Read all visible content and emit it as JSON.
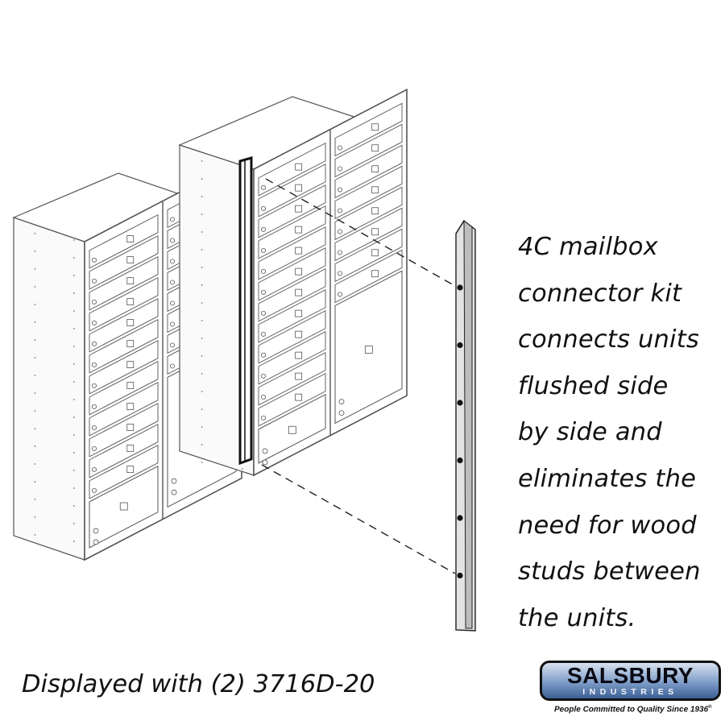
{
  "description": {
    "lines": [
      "4C mailbox",
      "connector kit",
      "connects units",
      "flushed side",
      "by side and",
      "eliminates the",
      "need for wood",
      "studs between",
      "the units."
    ]
  },
  "caption": "Displayed with (2) 3716D-20",
  "logo": {
    "name": "SALSBURY",
    "subtitle": "INDUSTRIES",
    "tagline": "People Committed to Quality Since 1936",
    "colors": {
      "badge_top": "#d8e2f0",
      "badge_bottom": "#3b5f95",
      "outline": "#111111"
    }
  },
  "illustration": {
    "units": [
      {
        "model": "3716D-20",
        "compartment_rows": 12,
        "large_doors": 2
      },
      {
        "model": "3716D-20",
        "compartment_rows": 12,
        "large_doors": 2
      }
    ],
    "connector": {
      "mount_holes": 6
    }
  }
}
